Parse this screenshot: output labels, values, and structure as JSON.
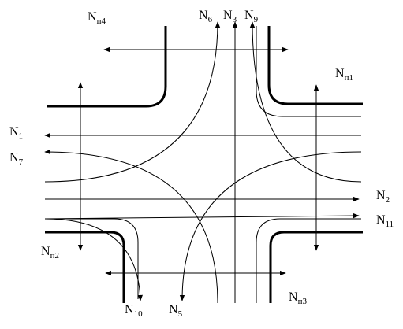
{
  "labels": {
    "n1": {
      "main": "N",
      "sub": "1"
    },
    "n2": {
      "main": "N",
      "sub": "2"
    },
    "n3": {
      "main": "N",
      "sub": "3"
    },
    "n5": {
      "main": "N",
      "sub": "5"
    },
    "n6": {
      "main": "N",
      "sub": "6"
    },
    "n7": {
      "main": "N",
      "sub": "7"
    },
    "n9": {
      "main": "N",
      "sub": "9"
    },
    "n10": {
      "main": "N",
      "sub": "10"
    },
    "n11": {
      "main": "N",
      "sub": "11"
    },
    "np1": {
      "main": "N",
      "sub": "п1"
    },
    "np2": {
      "main": "N",
      "sub": "п2"
    },
    "np3": {
      "main": "N",
      "sub": "п3"
    },
    "np4": {
      "main": "N",
      "sub": "п4"
    }
  }
}
